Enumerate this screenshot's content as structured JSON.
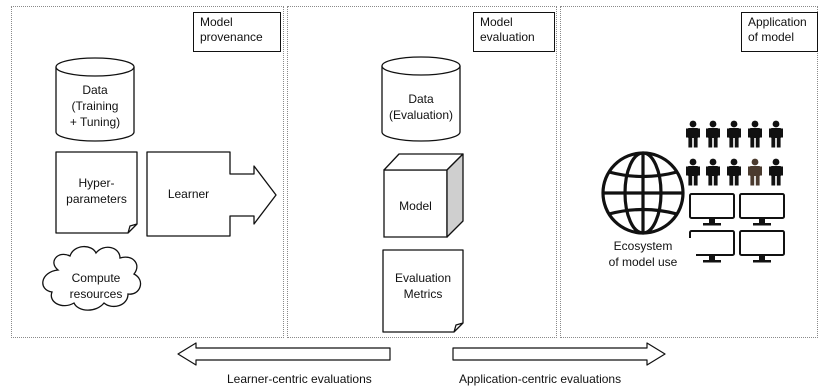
{
  "sections": [
    {
      "title": "Model\nprovenance"
    },
    {
      "title": "Model\nevaluation"
    },
    {
      "title": "Application\nof model"
    }
  ],
  "provenance": {
    "data_label": "Data\n(Training\n+ Tuning)",
    "hyperparameters_label": "Hyper-\nparameters",
    "learner_label": "Learner",
    "compute_label": "Compute\nresources"
  },
  "evaluation": {
    "data_label": "Data\n(Evaluation)",
    "model_label": "Model",
    "metrics_label": "Evaluation\nMetrics"
  },
  "application": {
    "ecosystem_label": "Ecosystem\nof model use",
    "people_rows": 2,
    "people_per_row": 5,
    "highlighted_person": "row 2, position 4",
    "person_color": "#111111",
    "highlight_color": "#4a3a2e",
    "monitor_count": 4
  },
  "arrows": {
    "learner_centric": "Learner-centric evaluations",
    "application_centric": "Application-centric evaluations"
  }
}
